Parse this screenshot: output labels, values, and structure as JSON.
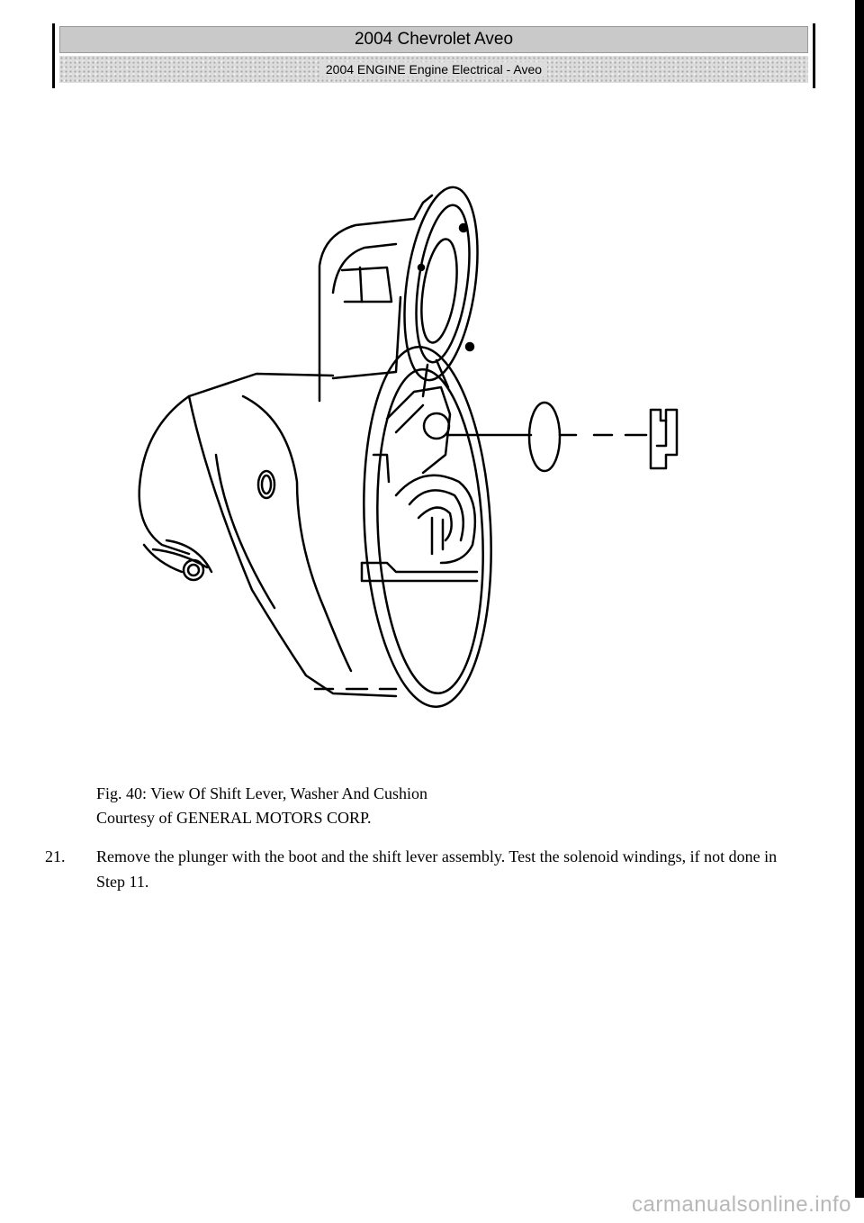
{
  "header": {
    "title": "2004 Chevrolet Aveo",
    "subtitle": "2004 ENGINE Engine Electrical - Aveo"
  },
  "figure": {
    "caption_line1": "Fig. 40: View Of Shift Lever, Washer And Cushion",
    "caption_line2": "Courtesy of GENERAL MOTORS CORP."
  },
  "step": {
    "number": "21.",
    "text": "Remove the plunger with the boot and the shift lever assembly. Test the solenoid windings, if not done in Step 11."
  },
  "watermark": "carmanualsonline.info"
}
